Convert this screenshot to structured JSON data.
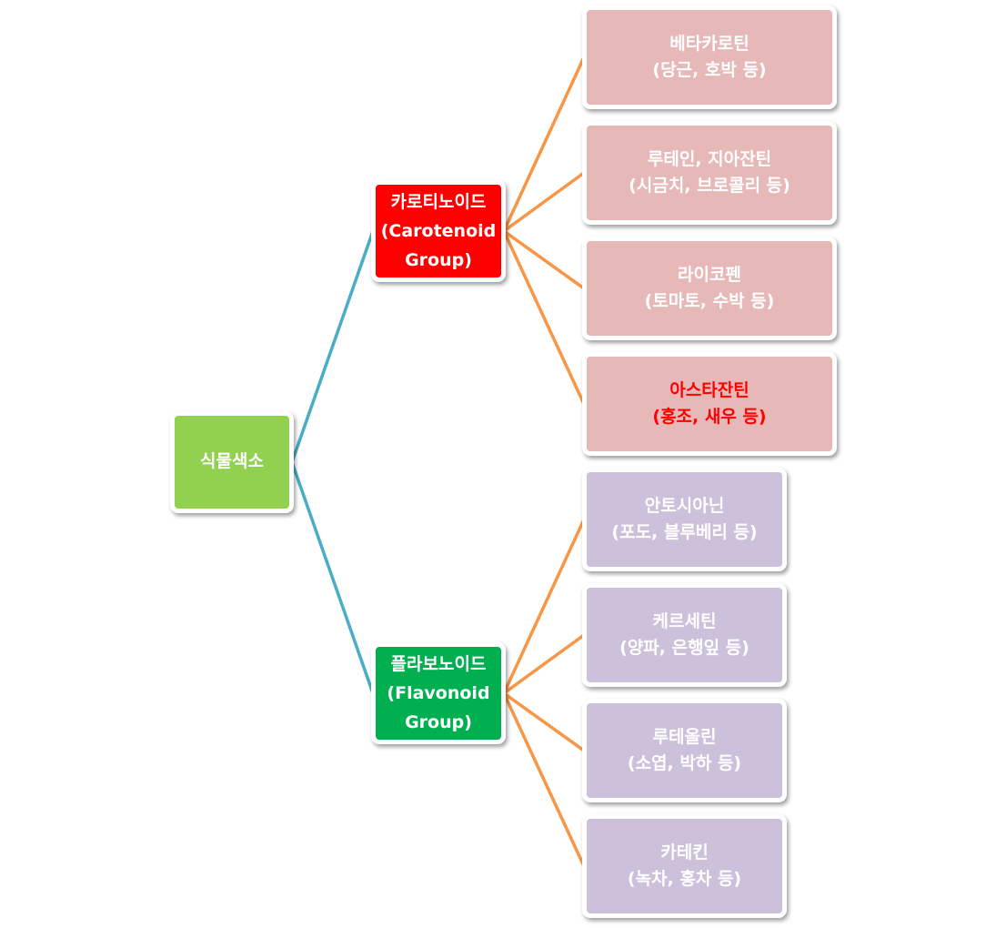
{
  "root": {
    "label": "식물색소",
    "color": "#92d050",
    "text_color": "#ffffff"
  },
  "branch_colors": {
    "level1": "#4bacc6",
    "level2": "#f79646"
  },
  "groups": [
    {
      "id": "carotenoid",
      "lines": [
        "카로티노이드",
        "(Carotenoid",
        "Group)"
      ],
      "color": "#ff0000",
      "text_color": "#ffffff",
      "leaf_color": "#e6b8b7",
      "children": [
        {
          "name": "베타카로틴",
          "examples": "(당근, 호박 등)",
          "text_color": "#ffffff"
        },
        {
          "name": "루테인, 지아잔틴",
          "examples": "(시금치, 브로콜리 등)",
          "text_color": "#ffffff"
        },
        {
          "name": "라이코펜",
          "examples": "(토마토, 수박 등)",
          "text_color": "#ffffff"
        },
        {
          "name": "아스타잔틴",
          "examples": "(홍조, 새우 등)",
          "text_color": "#ff0000"
        }
      ]
    },
    {
      "id": "flavonoid",
      "lines": [
        "플라보노이드",
        "(Flavonoid",
        "Group)"
      ],
      "color": "#00b050",
      "text_color": "#ffffff",
      "leaf_color": "#ccc0da",
      "children": [
        {
          "name": "안토시아닌",
          "examples": "(포도, 블루베리 등)",
          "text_color": "#ffffff"
        },
        {
          "name": "케르세틴",
          "examples": "(양파, 은행잎 등)",
          "text_color": "#ffffff"
        },
        {
          "name": "루테올린",
          "examples": "(소엽, 박하 등)",
          "text_color": "#ffffff"
        },
        {
          "name": "카테킨",
          "examples": "(녹차, 홍차 등)",
          "text_color": "#ffffff"
        }
      ]
    }
  ]
}
